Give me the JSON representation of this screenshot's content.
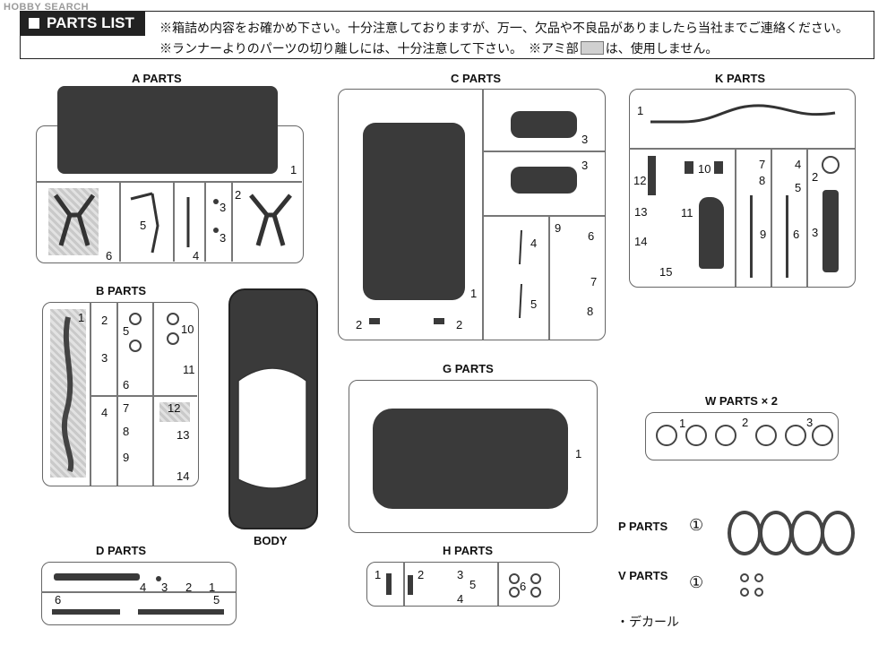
{
  "watermark": "HOBBY SEARCH",
  "header": {
    "title": "PARTS LIST",
    "note1": "※箱詰め内容をお確かめ下さい。十分注意しておりますが、万一、欠品や不良品がありましたら当社までご連絡ください。",
    "note2_pre": "※ランナーよりのパーツの切り離しには、十分注意して下さい。　※アミ部",
    "note2_post": "は、使用しません。"
  },
  "sections": {
    "a": {
      "title": "A PARTS",
      "n1": "1",
      "n2": "2",
      "n3a": "3",
      "n3b": "3",
      "n4": "4",
      "n5": "5",
      "n6": "6"
    },
    "b": {
      "title": "B PARTS",
      "n1": "1",
      "n2": "2",
      "n3": "3",
      "n4": "4",
      "n5": "5",
      "n6": "6",
      "n7": "7",
      "n8": "8",
      "n9": "9",
      "n10": "10",
      "n11": "11",
      "n12": "12",
      "n13": "13",
      "n14": "14"
    },
    "c": {
      "title": "C PARTS",
      "n1": "1",
      "n2a": "2",
      "n2b": "2",
      "n3a": "3",
      "n3b": "3",
      "n4": "4",
      "n5": "5",
      "n6": "6",
      "n7": "7",
      "n8": "8",
      "n9": "9"
    },
    "k": {
      "title": "K PARTS",
      "n1": "1",
      "n2": "2",
      "n3": "3",
      "n4": "4",
      "n5": "5",
      "n6": "6",
      "n7": "7",
      "n8": "8",
      "n9": "9",
      "n10": "10",
      "n11": "11",
      "n12": "12",
      "n13": "13",
      "n14": "14",
      "n15": "15"
    },
    "body": {
      "title": "BODY"
    },
    "g": {
      "title": "G PARTS",
      "n1": "1"
    },
    "w": {
      "title": "W PARTS × 2",
      "n1": "1",
      "n2": "2",
      "n3": "3"
    },
    "d": {
      "title": "D PARTS",
      "n1": "1",
      "n2": "2",
      "n3": "3",
      "n4": "4",
      "n5": "5",
      "n6": "6"
    },
    "h": {
      "title": "H PARTS",
      "n1": "1",
      "n2": "2",
      "n3": "3",
      "n4": "4",
      "n5": "5",
      "n6": "6"
    },
    "p": {
      "title": "P PARTS",
      "qty": "①"
    },
    "v": {
      "title": "V PARTS",
      "qty": "①"
    },
    "decal": "・デカール"
  }
}
